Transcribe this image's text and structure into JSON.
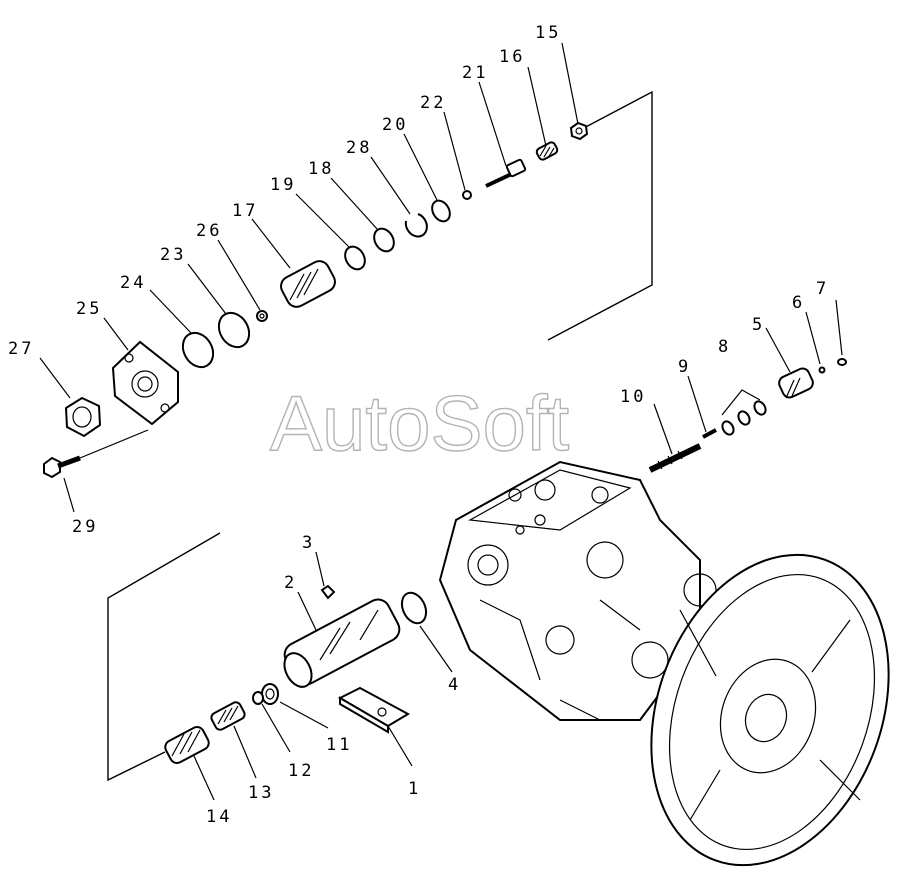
{
  "watermark": "AutoSoft",
  "callouts": [
    {
      "id": "c1",
      "label": "1"
    },
    {
      "id": "c2",
      "label": "2"
    },
    {
      "id": "c3",
      "label": "3"
    },
    {
      "id": "c4",
      "label": "4"
    },
    {
      "id": "c5",
      "label": "5"
    },
    {
      "id": "c6",
      "label": "6"
    },
    {
      "id": "c7",
      "label": "7"
    },
    {
      "id": "c8",
      "label": "8"
    },
    {
      "id": "c9",
      "label": "9"
    },
    {
      "id": "c10",
      "label": "10"
    },
    {
      "id": "c11",
      "label": "11"
    },
    {
      "id": "c12",
      "label": "12"
    },
    {
      "id": "c13",
      "label": "13"
    },
    {
      "id": "c14",
      "label": "14"
    },
    {
      "id": "c15",
      "label": "15"
    },
    {
      "id": "c16",
      "label": "16"
    },
    {
      "id": "c17",
      "label": "17"
    },
    {
      "id": "c18",
      "label": "18"
    },
    {
      "id": "c19",
      "label": "19"
    },
    {
      "id": "c20",
      "label": "20"
    },
    {
      "id": "c21",
      "label": "21"
    },
    {
      "id": "c22",
      "label": "22"
    },
    {
      "id": "c23",
      "label": "23"
    },
    {
      "id": "c24",
      "label": "24"
    },
    {
      "id": "c25",
      "label": "25"
    },
    {
      "id": "c26",
      "label": "26"
    },
    {
      "id": "c27",
      "label": "27"
    },
    {
      "id": "c28",
      "label": "28"
    },
    {
      "id": "c29",
      "label": "29"
    }
  ]
}
